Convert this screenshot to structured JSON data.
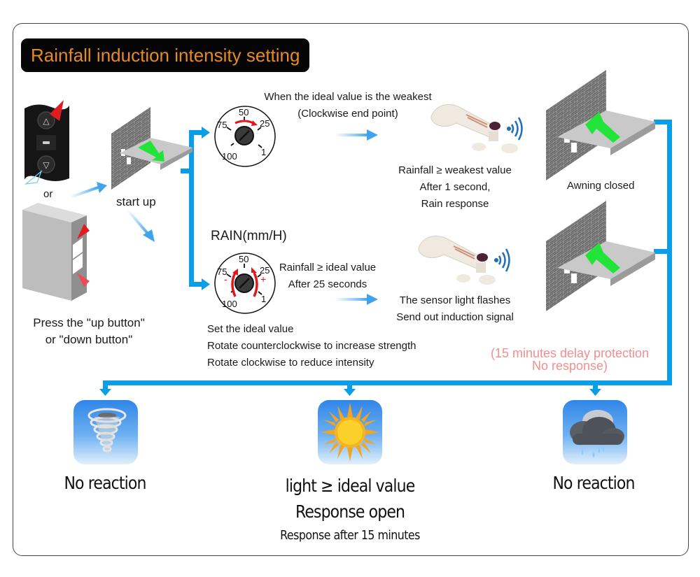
{
  "title": "Rainfall induction intensity setting",
  "colors": {
    "title_text": "#e58a26",
    "title_bg": "#050505",
    "flow_line": "#0a9ee6",
    "arrow_green": "#22e33a",
    "dial_red": "#e0171c",
    "warning_pink": "#ef8f8f"
  },
  "left": {
    "or_label": "or",
    "press_line1": "Press the \"up button\"",
    "press_line2": "or \"down button\"",
    "remote_up_glyph": "△",
    "remote_stop_glyph": "▭",
    "remote_down_glyph": "▽"
  },
  "start": {
    "label": "start up"
  },
  "top_branch": {
    "heading_line1": "When the ideal value is the weakest",
    "heading_line2": "(Clockwise end point)",
    "dial_ticks": [
      "50",
      "75",
      "25",
      "100",
      "1"
    ],
    "sensor_line1": "Rainfall ≥ weakest value",
    "sensor_line2": "After 1 second,",
    "sensor_line3": "Rain response",
    "result_label": "Awning closed"
  },
  "bottom_branch": {
    "unit_label": "RAIN(mm/H)",
    "dial_ticks": [
      "50",
      "75",
      "25",
      "100",
      "1"
    ],
    "minus": "-",
    "plus": "+",
    "cond_line1": "Rainfall ≥ ideal value",
    "cond_line2": "After 25 seconds",
    "sensor_line1": "The sensor light flashes",
    "sensor_line2": "Send out induction signal",
    "set_line1": "Set the ideal value",
    "set_line2": "Rotate counterclockwise to increase strength",
    "set_line3": "Rotate clockwise to reduce intensity",
    "delay_line1": "(15 minutes delay protection",
    "delay_line2": "No response)"
  },
  "outcomes": [
    {
      "icon": "tornado-icon",
      "label_line1": "No reaction"
    },
    {
      "icon": "sun-icon",
      "label_line1": "light ≥ ideal value",
      "label_line2": "Response open",
      "label_line3": "Response after 15 minutes"
    },
    {
      "icon": "rain-cloud-icon",
      "label_line1": "No reaction"
    }
  ]
}
